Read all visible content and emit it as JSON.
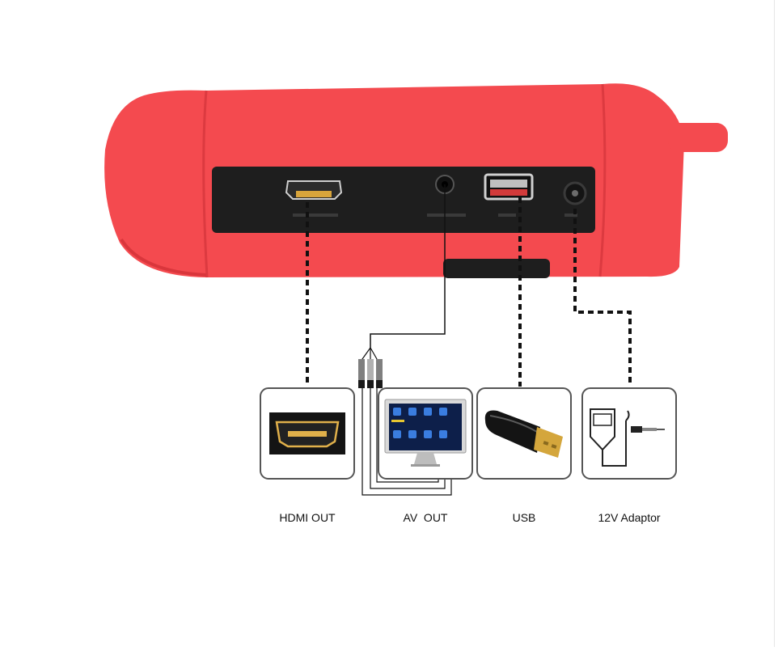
{
  "colors": {
    "device_body": "#f44a4f",
    "device_shadow": "#d9363c",
    "port_panel": "#1e1e1e",
    "cable_dash": "#111111",
    "box_border": "#555555",
    "label_text": "#111111"
  },
  "icons": [
    "hdmi-icon",
    "monitor-icon",
    "usb-stick-icon",
    "power-adaptor-icon"
  ],
  "ports": [
    {
      "id": "hdmi",
      "label": "HDMI OUT"
    },
    {
      "id": "av",
      "label": "AV  OUT"
    },
    {
      "id": "usb",
      "label": "USB"
    },
    {
      "id": "power",
      "label": "12V Adaptor"
    }
  ]
}
